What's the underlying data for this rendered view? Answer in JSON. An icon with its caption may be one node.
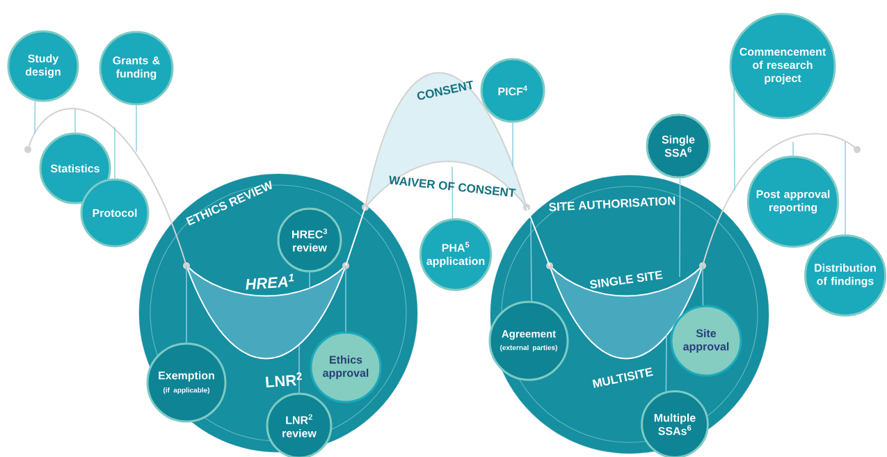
{
  "diagram": {
    "nodes": [
      {
        "text": [
          "Study design"
        ]
      },
      {
        "text": [
          "Grants & funding"
        ]
      },
      {
        "text": [
          "Statistics"
        ]
      },
      {
        "text": [
          "Protocol"
        ]
      },
      {
        "text": [
          "ETHICS REVIEW"
        ]
      },
      {
        "text": [],
        "shape": "band",
        "in": 4
      },
      {
        "text": [
          "HREC$^{3}$ review"
        ],
        "in": 4
      },
      {
        "text": [
          "Exemption",
          "(if applicable)"
        ],
        "in": 4
      },
      {
        "text": [
          "Ethics approval"
        ],
        "in": 4
      },
      {
        "text": [
          "LNR$^{2}$ review"
        ]
      },
      {
        "text": [
          "PICF$^{4}$"
        ]
      },
      {
        "text": [
          "PHA$^{5}$ application"
        ]
      },
      {
        "text": [
          "SITE AUTHORISATION"
        ]
      },
      {
        "text": [],
        "shape": "band",
        "in": 12
      },
      {
        "text": [
          "Single SSA$^{6}$"
        ]
      },
      {
        "text": [
          "Agreement",
          "(external parties)"
        ],
        "in": 12
      },
      {
        "text": [
          "Site approval"
        ],
        "in": 12
      },
      {
        "text": [
          "Multiple SSAs$^{6}$"
        ],
        "in": 12
      },
      {
        "text": [
          "Commencement of research project"
        ]
      },
      {
        "text": [
          "Post approval reporting"
        ]
      },
      {
        "text": [
          "Distribution of findings"
        ]
      },
      {
        "text": [],
        "shape": "arch"
      }
    ],
    "edges": [
      {
        "from": 0,
        "to": null,
        "arrow": "none"
      },
      {
        "from": 1,
        "to": null,
        "arrow": "none"
      },
      {
        "from": 2,
        "to": null,
        "arrow": "none"
      },
      {
        "from": 3,
        "to": null,
        "arrow": "none"
      },
      {
        "from": 6,
        "to": 5,
        "arrow": "none"
      },
      {
        "from": 7,
        "to": 5,
        "arrow": "none"
      },
      {
        "from": 8,
        "to": 5,
        "arrow": "none"
      },
      {
        "from": 9,
        "to": 5,
        "arrow": "none"
      },
      {
        "from": 10,
        "to": 21,
        "arrow": "none"
      },
      {
        "from": 11,
        "to": 21,
        "arrow": "none"
      },
      {
        "from": 14,
        "to": 13,
        "arrow": "none"
      },
      {
        "from": 15,
        "to": null,
        "arrow": "none"
      },
      {
        "from": 16,
        "to": 13,
        "arrow": "none"
      },
      {
        "from": 17,
        "to": 13,
        "arrow": "none"
      },
      {
        "from": 18,
        "to": null,
        "arrow": "none"
      },
      {
        "from": 19,
        "to": null,
        "arrow": "none"
      },
      {
        "from": 20,
        "to": null,
        "arrow": "none"
      },
      {
        "from": 5,
        "to": 21,
        "arrow": "none",
        "color": "#ffffff"
      },
      {
        "from": 21,
        "to": 13,
        "arrow": "none",
        "color": "#ffffff"
      }
    ],
    "labels": [
      "HREA$^{1}$",
      "LNR$^{2}$",
      "CONSENT",
      "WAIVER OF CONSENT",
      "SINGLE SITE",
      "MULTISITE"
    ]
  }
}
